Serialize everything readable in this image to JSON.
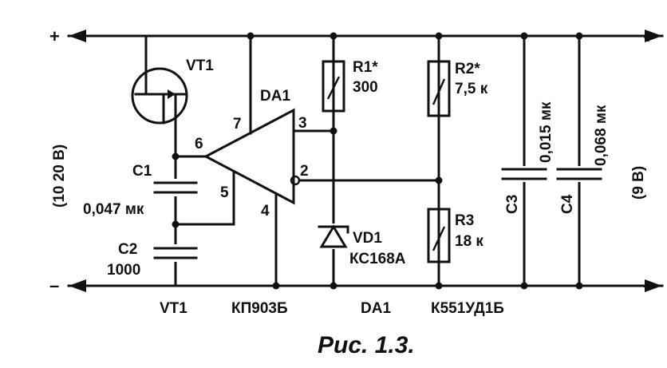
{
  "rails": {
    "plus_left": "+",
    "plus_right": "+",
    "minus_left": "–",
    "minus_right": "–"
  },
  "input_voltage": "(10  20 В)",
  "output_voltage": "(9 В)",
  "transistor": {
    "label": "VT1"
  },
  "opamp": {
    "label": "DA1",
    "pin3": "3",
    "pin7": "7",
    "pin6": "6",
    "pin5": "5",
    "pin4": "4",
    "pin2": "2"
  },
  "r1": {
    "label": "R1*",
    "value": "300"
  },
  "r2": {
    "label": "R2*",
    "value": "7,5 к"
  },
  "r3": {
    "label": "R3",
    "value": "18 к"
  },
  "c1": {
    "label": "C1",
    "value": "0,047 мк"
  },
  "c2": {
    "label": "C2",
    "value": "1000"
  },
  "c3": {
    "label": "C3",
    "value": "0,015 мк"
  },
  "c4": {
    "label": "C4",
    "value": "0,068 мк"
  },
  "vd1": {
    "label": "VD1",
    "value": "КС168А"
  },
  "parts": {
    "vt1_name": "VT1",
    "vt1_type": "КП903Б",
    "da1_name": "DA1",
    "da1_type": "К551УД1Б"
  },
  "caption": "Рис. 1.3."
}
